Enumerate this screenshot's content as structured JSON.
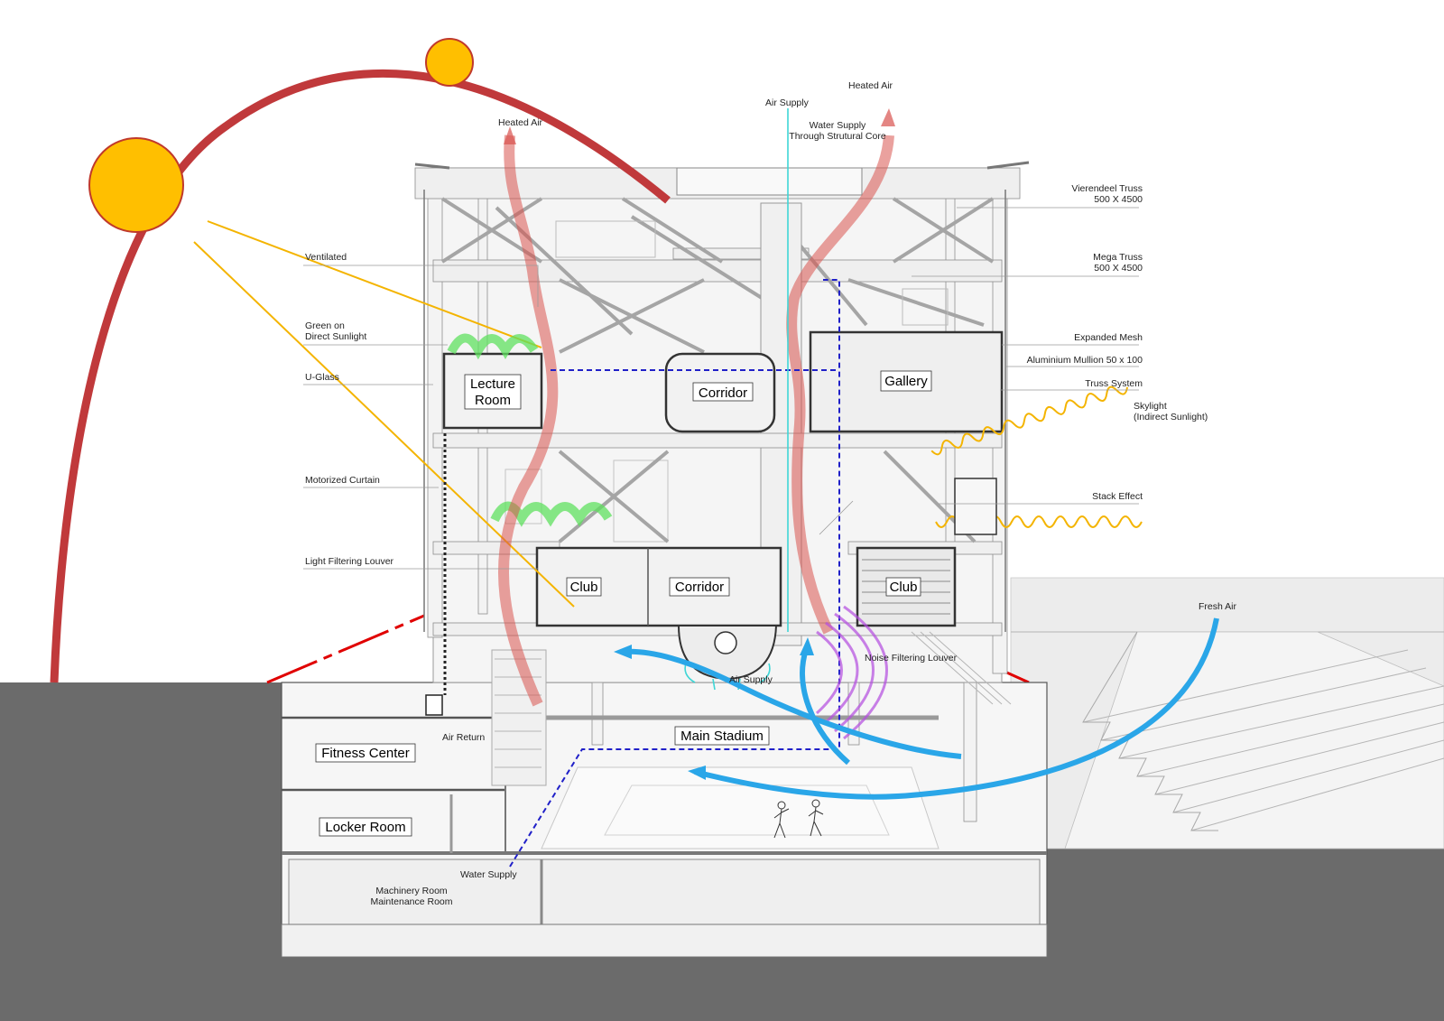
{
  "diagram": {
    "colors": {
      "sun_fill": "#ffbf00",
      "sun_stroke": "#c0392b",
      "sun_path": "#c0393b",
      "sunlight_ray": "#f4b400",
      "heated_air": "#d9534f",
      "fresh_air": "#2aa6e8",
      "water_supply": "#2020c8",
      "air_supply": "#3ed6d6",
      "noise_louver": "#b44ce0",
      "green": "#5fe05f",
      "ground": "#6b6b6b",
      "property_line": "#e00000"
    },
    "annotations": {
      "heated_air_left": "Heated Air",
      "air_supply_top": "Air Supply",
      "heated_air_right": "Heated Air",
      "water_supply_core_1": "Water Supply",
      "water_supply_core_2": "Through Strutural Core",
      "vierendeel_1": "Vierendeel Truss",
      "vierendeel_2": "500 X 4500",
      "mega_1": "Mega Truss",
      "mega_2": "500 X 4500",
      "ventilated": "Ventilated",
      "green_1": "Green on",
      "green_2": "Direct Sunlight",
      "u_glass": "U-Glass",
      "expanded_mesh": "Expanded Mesh",
      "mullion": "Aluminium Mullion 50 x 100",
      "truss_system": "Truss System",
      "skylight_1": "Skylight",
      "skylight_2": "(Indirect Sunlight)",
      "motorized_curtain": "Motorized Curtain",
      "stack_effect": "Stack Effect",
      "light_louver": "Light Filtering Louver",
      "fresh_air": "Fresh Air",
      "noise_louver": "Noise Filtering Louver",
      "air_supply_bottom": "Air Supply",
      "air_return": "Air Return",
      "water_supply_bottom": "Water Supply",
      "machinery_1": "Machinery Room",
      "machinery_2": "Maintenance Room"
    },
    "rooms": {
      "lecture_1": "Lecture",
      "lecture_2": "Room",
      "corridor_upper": "Corridor",
      "gallery": "Gallery",
      "club_left": "Club",
      "corridor_lower": "Corridor",
      "club_right": "Club",
      "main_stadium": "Main Stadium",
      "fitness": "Fitness Center",
      "locker": "Locker Room"
    }
  }
}
